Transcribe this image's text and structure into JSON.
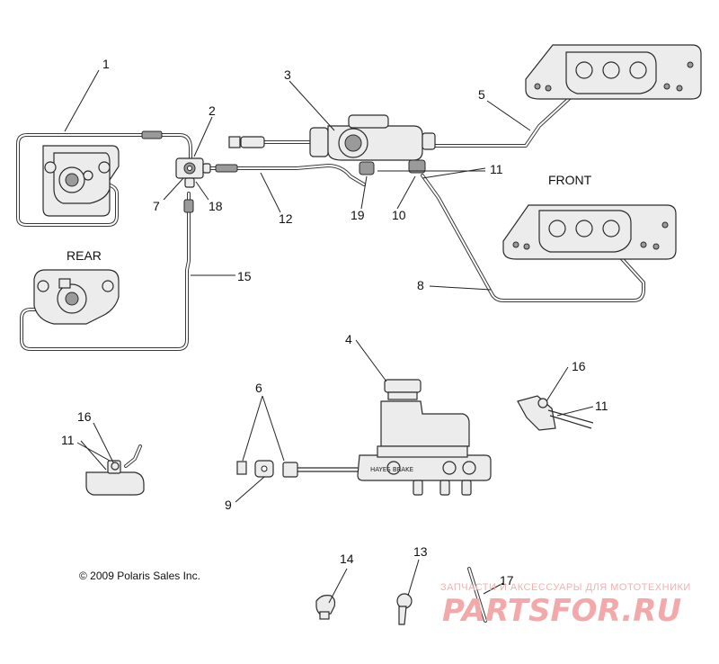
{
  "labels": {
    "rear": "REAR",
    "front": "FRONT"
  },
  "callouts": [
    "1",
    "2",
    "3",
    "5",
    "11",
    "7",
    "18",
    "12",
    "19",
    "10",
    "15",
    "8",
    "4",
    "16",
    "6",
    "11",
    "16",
    "11",
    "9",
    "14",
    "13",
    "17"
  ],
  "copyright": "© 2009 Polaris Sales Inc.",
  "cylinder_brand": "HAYES BRAKE",
  "watermark": {
    "tagline": "ЗАПЧАСТИ И АКСЕССУАРЫ ДЛЯ МОТОТЕХНИКИ",
    "brand": "PARTSFOR.RU"
  },
  "colors": {
    "line": "#2b2b2b",
    "watermark": "#f3a9a9"
  }
}
